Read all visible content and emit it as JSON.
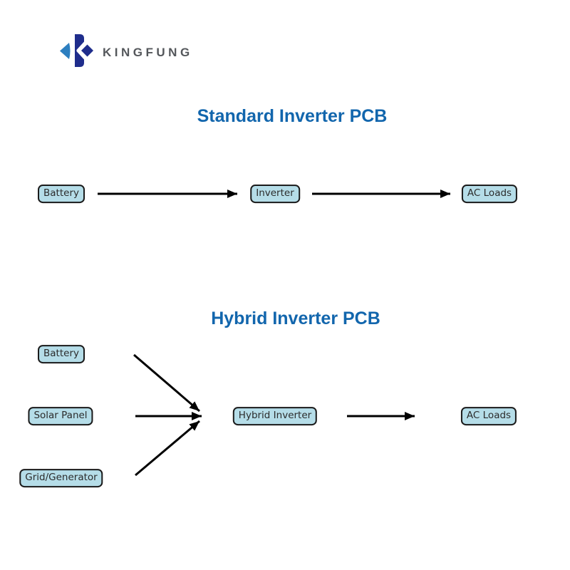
{
  "logo": {
    "text": "KINGFUNG",
    "icon": "kingfung-logo-mark",
    "colors": {
      "light_blue": "#2d7fc0",
      "dark_blue": "#1f2d8c",
      "text": "#54575b"
    }
  },
  "colors": {
    "title_blue": "#1266ad",
    "node_fill": "#b5dde8",
    "node_border": "#1a1a1a",
    "arrow": "#000000",
    "background": "#ffffff"
  },
  "standard_diagram": {
    "title": "Standard Inverter PCB",
    "nodes": {
      "battery": "Battery",
      "inverter": "Inverter",
      "ac_loads": "AC Loads"
    }
  },
  "hybrid_diagram": {
    "title": "Hybrid Inverter PCB",
    "sources": {
      "battery": "Battery",
      "solar_panel": "Solar Panel",
      "grid_generator": "Grid/Generator"
    },
    "center": "Hybrid Inverter",
    "output": "AC Loads"
  }
}
